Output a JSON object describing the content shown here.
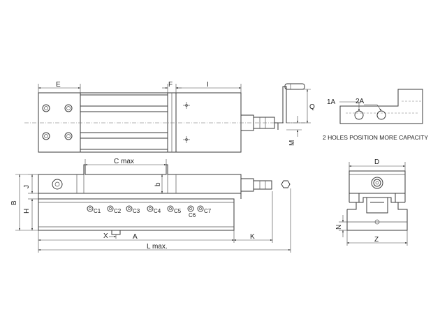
{
  "top_view": {
    "labels": {
      "e": "E",
      "f": "F",
      "i": "I",
      "q": "Q",
      "m": "M"
    }
  },
  "front_view": {
    "labels": {
      "c_max": "C max",
      "b_small": "b",
      "j": "J",
      "b": "B",
      "h": "H",
      "x": "X",
      "a": "A",
      "k": "K",
      "l_max": "L max."
    },
    "holes": [
      "C1",
      "C2",
      "C3",
      "C4",
      "C5",
      "C6",
      "C7"
    ]
  },
  "jaw_detail": {
    "labels": {
      "hole_1a": "1A",
      "hole_2a": "2A"
    },
    "note": "2 HOLES POSITION MORE CAPACITY"
  },
  "end_view": {
    "labels": {
      "d": "D",
      "n": "N",
      "z": "Z"
    }
  }
}
